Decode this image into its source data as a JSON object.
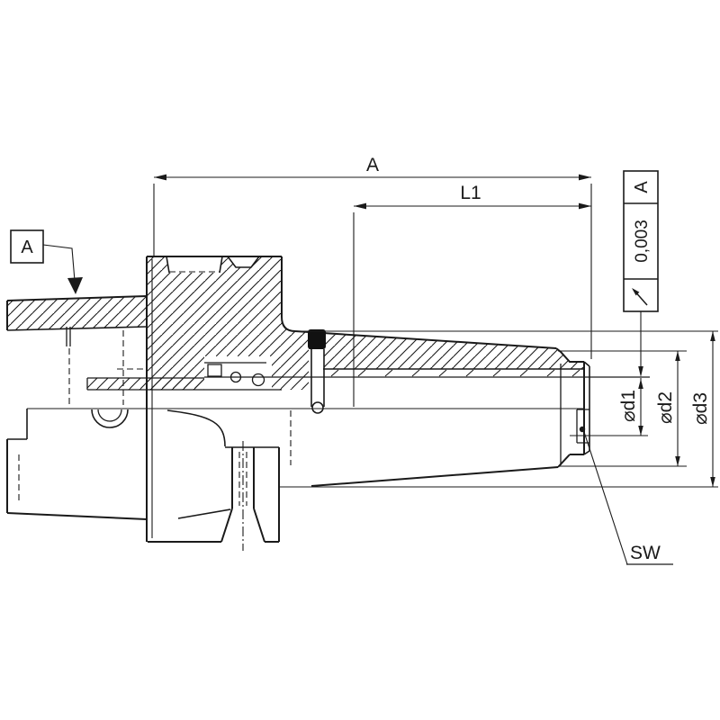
{
  "drawing": {
    "title_labels": {
      "dim_a": "A",
      "dim_l1": "L1",
      "dia_d1": "⌀d1",
      "dia_d2": "⌀d2",
      "dia_d3": "⌀d3",
      "wrench_size": "SW",
      "datum": "A"
    },
    "tolerance_frame": {
      "symbol_icon": "circular-runout-icon",
      "value": "0,003",
      "datum_ref": "A"
    },
    "icons": {
      "datum_triangle": "datum-target-triangle-icon",
      "runout_symbol": "circular-runout-icon",
      "leader_dot": "leader-attachment-dot"
    },
    "colors": {
      "line": "#1a1a1a",
      "background": "#ffffff",
      "screw_fill": "#111111"
    }
  }
}
